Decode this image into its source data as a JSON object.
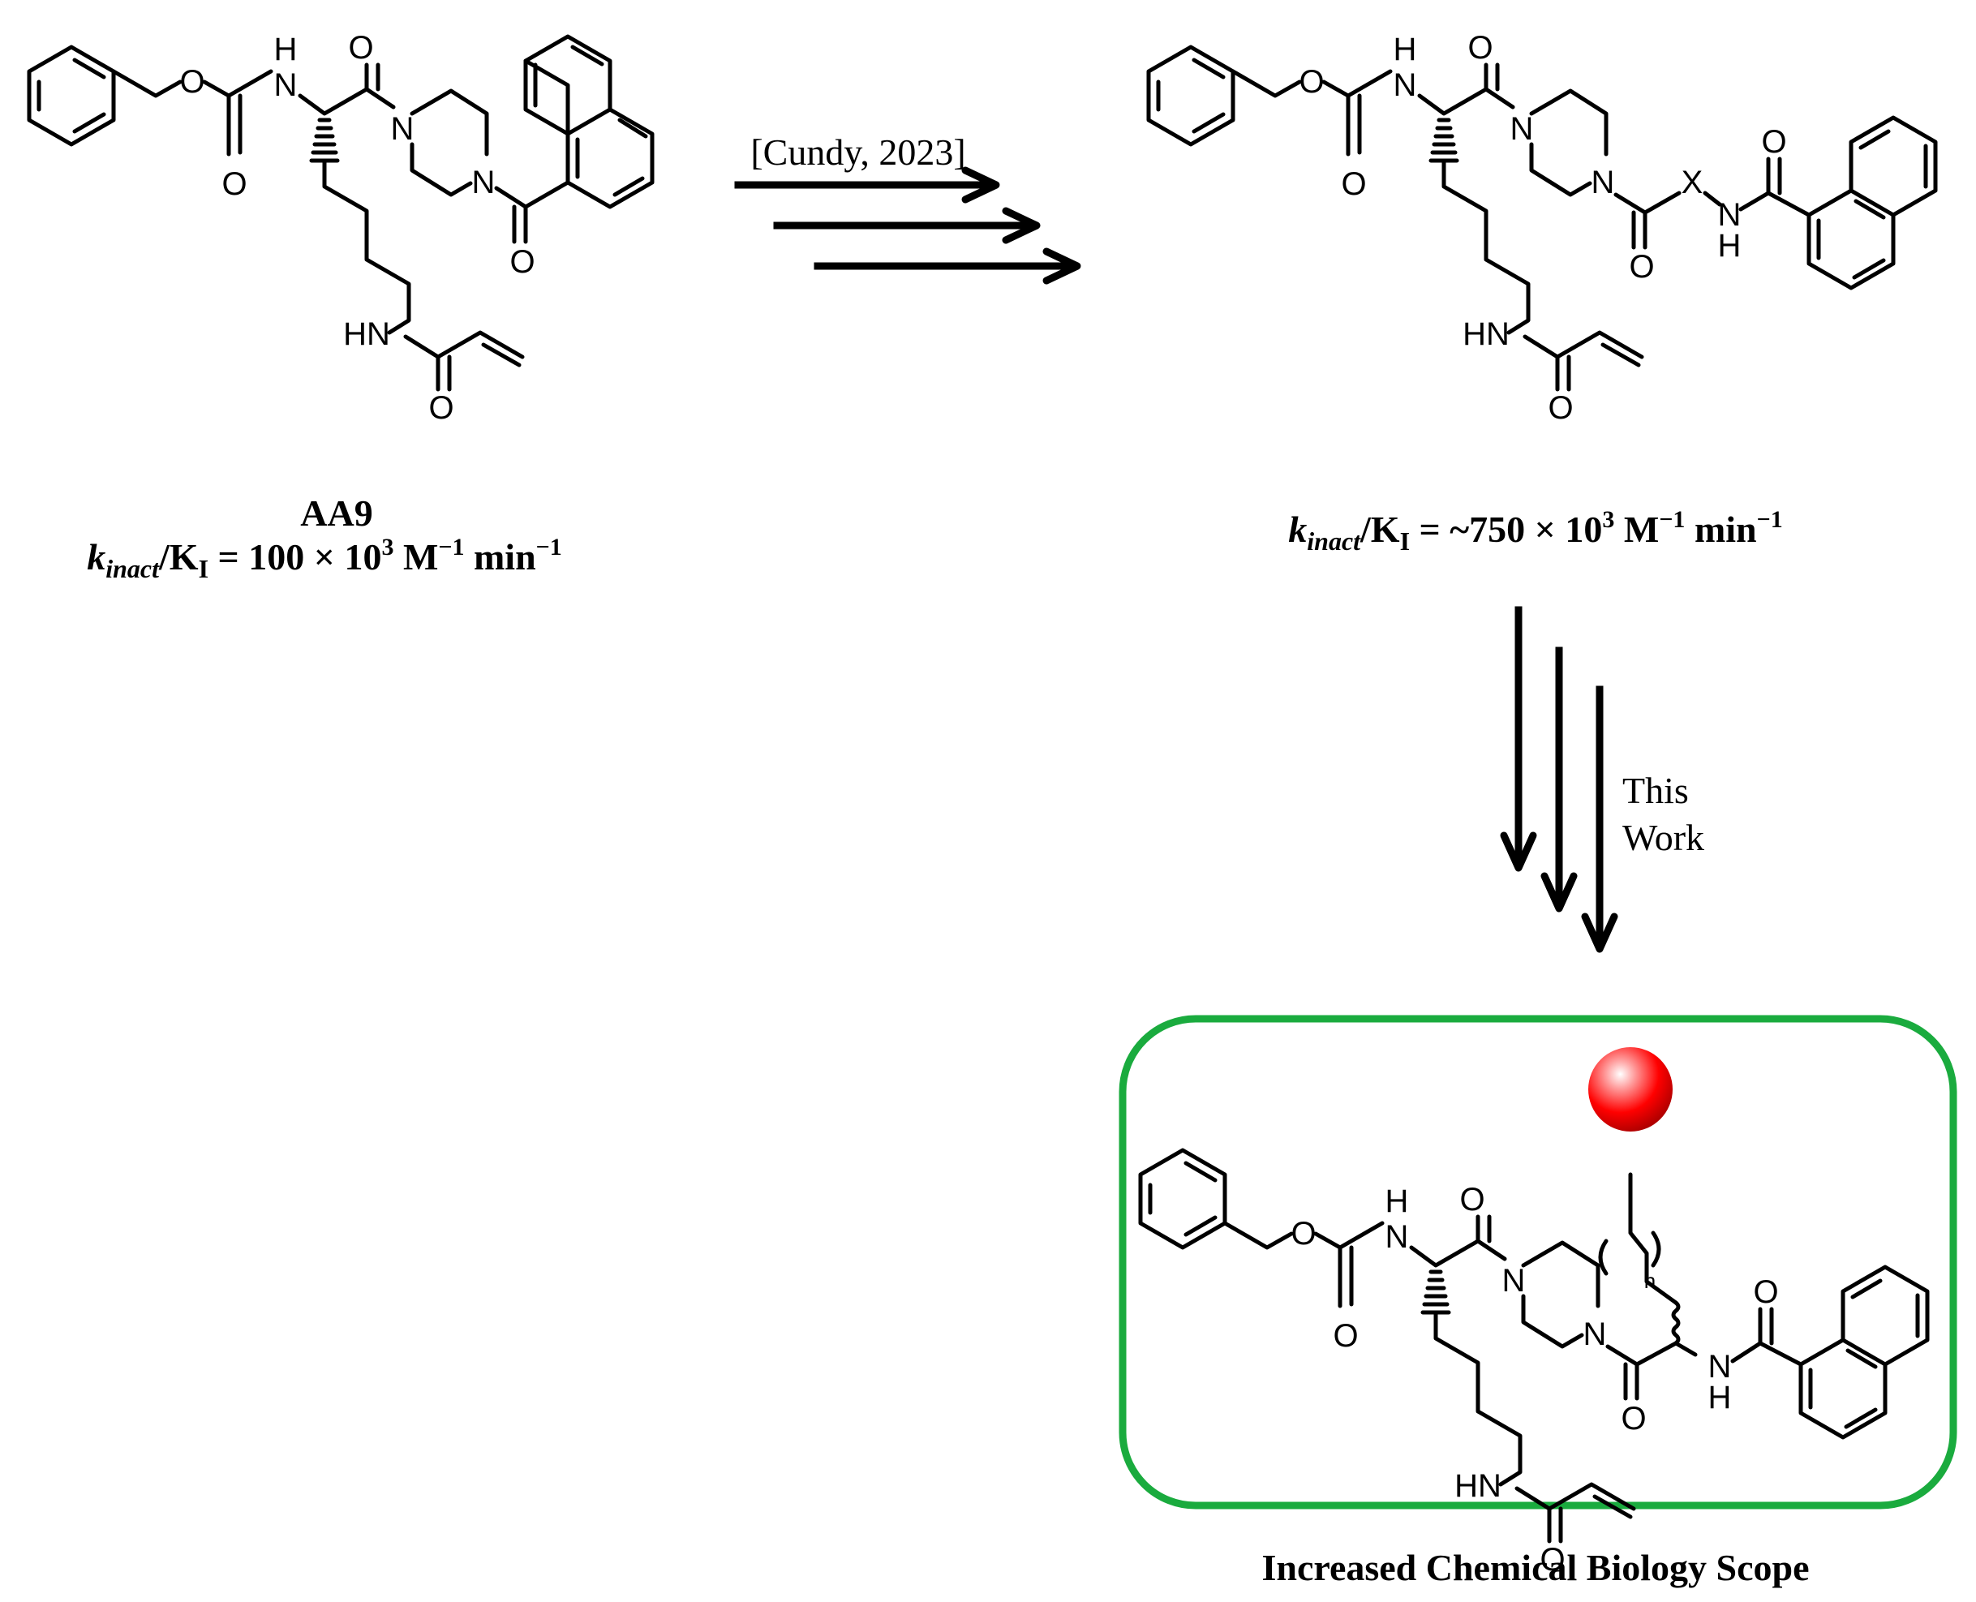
{
  "atoms": {
    "O": "O",
    "N": "N",
    "H": "H",
    "HN": "HN",
    "X": "X",
    "n": "n"
  },
  "compound_aa9": {
    "name": "AA9",
    "rate_prefix": "k",
    "rate_sub": "inact",
    "rate_ki": "/K",
    "rate_ki_sub": "I",
    "rate_eq": " = 100 × 10",
    "rate_exp": "3",
    "rate_units_a": " M",
    "rate_units_a_exp": "−1",
    "rate_units_b": " min",
    "rate_units_b_exp": "−1"
  },
  "compound_2": {
    "rate_prefix": "k",
    "rate_sub": "inact",
    "rate_ki": "/K",
    "rate_ki_sub": "I",
    "rate_eq": " = ~750 × 10",
    "rate_exp": "3",
    "rate_units_a": " M",
    "rate_units_a_exp": "−1",
    "rate_units_b": " min",
    "rate_units_b_exp": "−1"
  },
  "step_1": {
    "label": "[Cundy, 2023]"
  },
  "step_2": {
    "label_line1": "This",
    "label_line2": "Work"
  },
  "scope_box": {
    "caption": "Increased Chemical Biology Scope",
    "border_color": "#1aab3e",
    "sphere_color": "#ff0000"
  }
}
